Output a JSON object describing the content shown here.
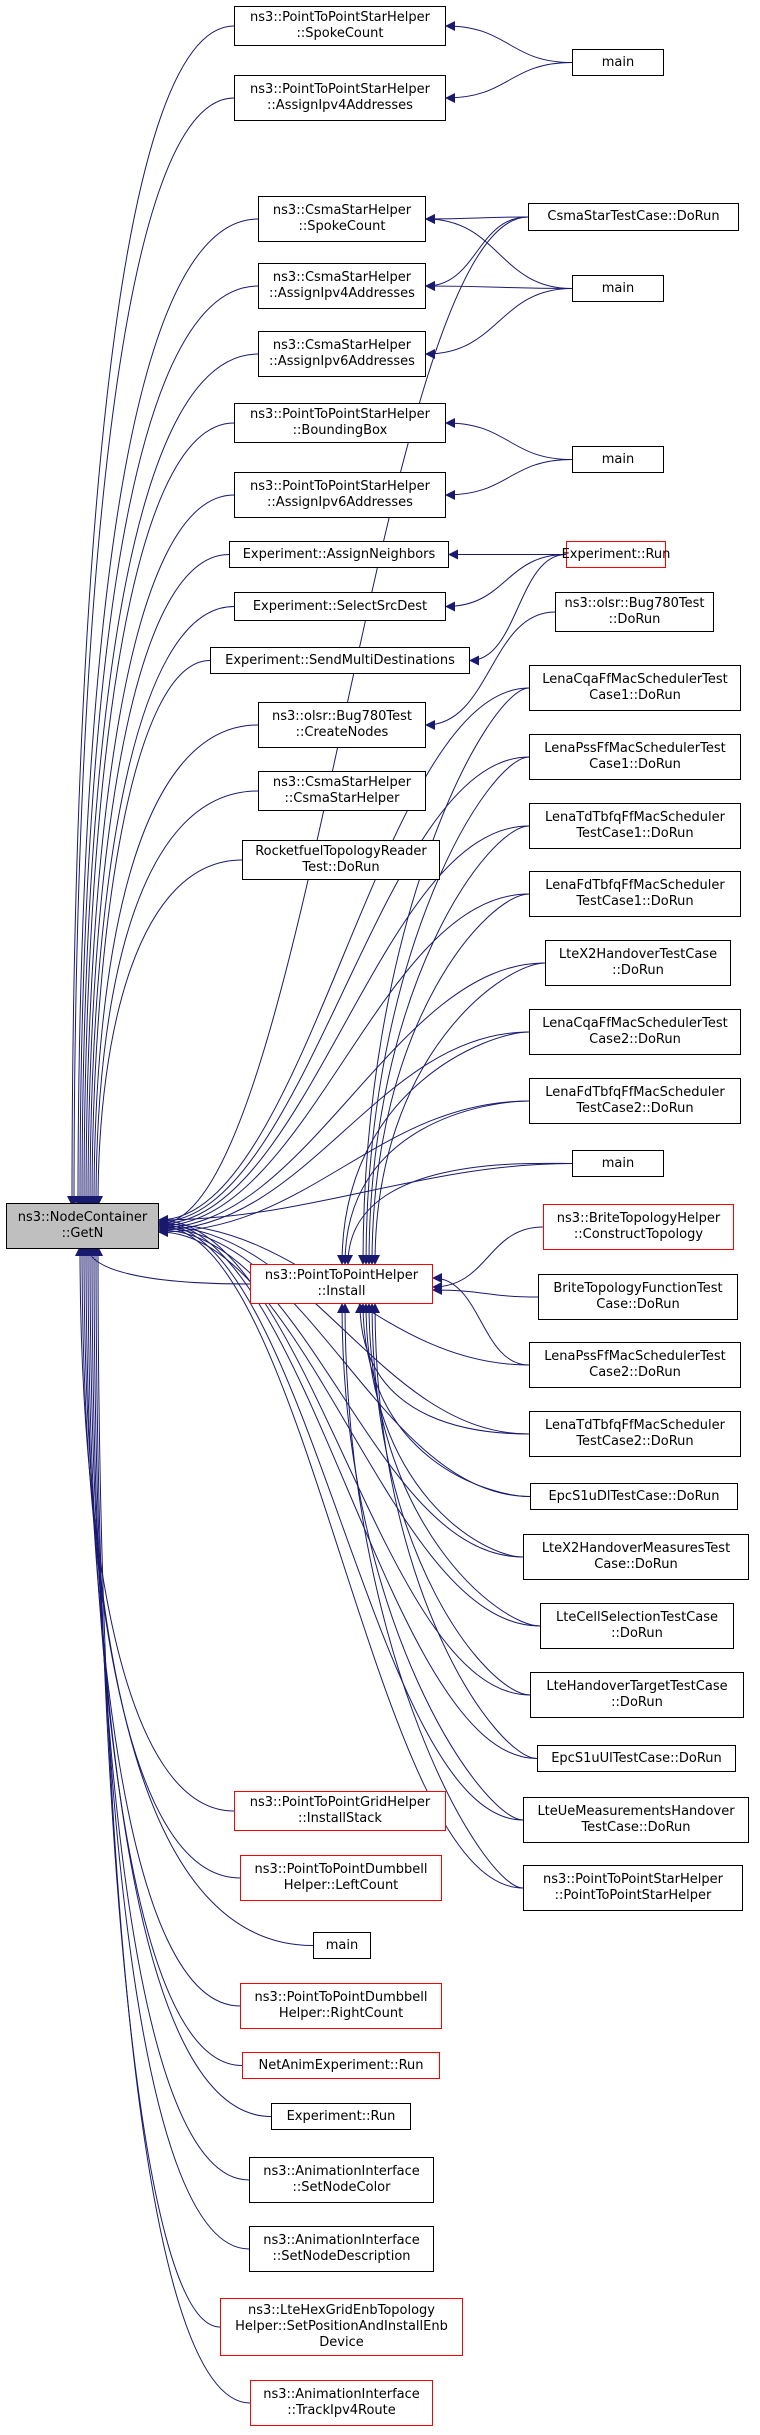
{
  "colors": {
    "edge": "#191970",
    "border": "#000000",
    "border_partial": "#ff0000",
    "root_fill": "#bfbfbf",
    "node_fill": "#ffffff"
  },
  "nodes": [
    {
      "id": "getn",
      "lines": [
        "ns3::NodeContainer",
        "::GetN"
      ],
      "root": true
    },
    {
      "id": "p2pstar_spokecount",
      "lines": [
        "ns3::PointToPointStarHelper",
        "::SpokeCount"
      ]
    },
    {
      "id": "main_1",
      "lines": [
        "main"
      ]
    },
    {
      "id": "p2pstar_assignipv4",
      "lines": [
        "ns3::PointToPointStarHelper",
        "::AssignIpv4Addresses"
      ]
    },
    {
      "id": "csmastar_spokecount",
      "lines": [
        "ns3::CsmaStarHelper",
        "::SpokeCount"
      ]
    },
    {
      "id": "csmastartestcase_dorun",
      "lines": [
        "CsmaStarTestCase::DoRun"
      ]
    },
    {
      "id": "csmastar_assignipv4",
      "lines": [
        "ns3::CsmaStarHelper",
        "::AssignIpv4Addresses"
      ]
    },
    {
      "id": "main_2",
      "lines": [
        "main"
      ]
    },
    {
      "id": "csmastar_assignipv6",
      "lines": [
        "ns3::CsmaStarHelper",
        "::AssignIpv6Addresses"
      ]
    },
    {
      "id": "p2pstar_boundingbox",
      "lines": [
        "ns3::PointToPointStarHelper",
        "::BoundingBox"
      ]
    },
    {
      "id": "main_3",
      "lines": [
        "main"
      ]
    },
    {
      "id": "p2pstar_assignipv6",
      "lines": [
        "ns3::PointToPointStarHelper",
        "::AssignIpv6Addresses"
      ]
    },
    {
      "id": "exp_assignneighbors",
      "lines": [
        "Experiment::AssignNeighbors"
      ]
    },
    {
      "id": "exp_run_red",
      "lines": [
        "Experiment::Run"
      ],
      "partial": true
    },
    {
      "id": "exp_selectsrcdest",
      "lines": [
        "Experiment::SelectSrcDest"
      ]
    },
    {
      "id": "bug780_dorun",
      "lines": [
        "ns3::olsr::Bug780Test",
        "::DoRun"
      ]
    },
    {
      "id": "exp_sendmulti",
      "lines": [
        "Experiment::SendMultiDestinations"
      ]
    },
    {
      "id": "lenacqa1",
      "lines": [
        "LenaCqaFfMacSchedulerTest",
        "Case1::DoRun"
      ]
    },
    {
      "id": "bug780_createnodes",
      "lines": [
        "ns3::olsr::Bug780Test",
        "::CreateNodes"
      ]
    },
    {
      "id": "lenapss1",
      "lines": [
        "LenaPssFfMacSchedulerTest",
        "Case1::DoRun"
      ]
    },
    {
      "id": "csmastar_ctor",
      "lines": [
        "ns3::CsmaStarHelper",
        "::CsmaStarHelper"
      ]
    },
    {
      "id": "lenatdtbfq1",
      "lines": [
        "LenaTdTbfqFfMacScheduler",
        "TestCase1::DoRun"
      ]
    },
    {
      "id": "rocketfuel",
      "lines": [
        "RocketfuelTopologyReader",
        "Test::DoRun"
      ]
    },
    {
      "id": "lenafdtbfq1",
      "lines": [
        "LenaFdTbfqFfMacScheduler",
        "TestCase1::DoRun"
      ]
    },
    {
      "id": "ltex2handover",
      "lines": [
        "LteX2HandoverTestCase",
        "::DoRun"
      ]
    },
    {
      "id": "lenacqa2",
      "lines": [
        "LenaCqaFfMacSchedulerTest",
        "Case2::DoRun"
      ]
    },
    {
      "id": "lenafdtbfq2",
      "lines": [
        "LenaFdTbfqFfMacScheduler",
        "TestCase2::DoRun"
      ]
    },
    {
      "id": "main_4",
      "lines": [
        "main"
      ]
    },
    {
      "id": "brite_construct",
      "lines": [
        "ns3::BriteTopologyHelper",
        "::ConstructTopology"
      ],
      "partial": true
    },
    {
      "id": "p2p_install",
      "lines": [
        "ns3::PointToPointHelper",
        "::Install"
      ],
      "partial": true
    },
    {
      "id": "britefunc",
      "lines": [
        "BriteTopologyFunctionTest",
        "Case::DoRun"
      ]
    },
    {
      "id": "lenapss2",
      "lines": [
        "LenaPssFfMacSchedulerTest",
        "Case2::DoRun"
      ]
    },
    {
      "id": "lenatdtbfq2",
      "lines": [
        "LenaTdTbfqFfMacScheduler",
        "TestCase2::DoRun"
      ]
    },
    {
      "id": "epcs1udl",
      "lines": [
        "EpcS1uDlTestCase::DoRun"
      ]
    },
    {
      "id": "ltex2measure",
      "lines": [
        "LteX2HandoverMeasuresTest",
        "Case::DoRun"
      ]
    },
    {
      "id": "ltecellsel",
      "lines": [
        "LteCellSelectionTestCase",
        "::DoRun"
      ]
    },
    {
      "id": "ltehandovertarget",
      "lines": [
        "LteHandoverTargetTestCase",
        "::DoRun"
      ]
    },
    {
      "id": "epcs1uul",
      "lines": [
        "EpcS1uUlTestCase::DoRun"
      ]
    },
    {
      "id": "lteuemeas",
      "lines": [
        "LteUeMeasurementsHandover",
        "TestCase::DoRun"
      ]
    },
    {
      "id": "p2pstar_ctor",
      "lines": [
        "ns3::PointToPointStarHelper",
        "::PointToPointStarHelper"
      ]
    },
    {
      "id": "p2pgrid_installstack",
      "lines": [
        "ns3::PointToPointGridHelper",
        "::InstallStack"
      ],
      "partial": true
    },
    {
      "id": "p2pdumbbell_left",
      "lines": [
        "ns3::PointToPointDumbbell",
        "Helper::LeftCount"
      ],
      "partial": true
    },
    {
      "id": "main_5",
      "lines": [
        "main"
      ]
    },
    {
      "id": "p2pdumbbell_right",
      "lines": [
        "ns3::PointToPointDumbbell",
        "Helper::RightCount"
      ],
      "partial": true
    },
    {
      "id": "netanim_run",
      "lines": [
        "NetAnimExperiment::Run"
      ],
      "partial": true
    },
    {
      "id": "exp_run_black",
      "lines": [
        "Experiment::Run"
      ]
    },
    {
      "id": "anim_setnodecolor",
      "lines": [
        "ns3::AnimationInterface",
        "::SetNodeColor"
      ]
    },
    {
      "id": "anim_setnodedesc",
      "lines": [
        "ns3::AnimationInterface",
        "::SetNodeDescription"
      ]
    },
    {
      "id": "ltehexgrid",
      "lines": [
        "ns3::LteHexGridEnbTopology",
        "Helper::SetPositionAndInstallEnb",
        "Device"
      ],
      "partial": true
    },
    {
      "id": "anim_trackipv4",
      "lines": [
        "ns3::AnimationInterface",
        "::TrackIpv4Route"
      ],
      "partial": true
    }
  ],
  "edges": [
    [
      "p2pstar_spokecount",
      "getn"
    ],
    [
      "p2pstar_assignipv4",
      "getn"
    ],
    [
      "csmastartestcase_dorun",
      "getn"
    ],
    [
      "csmastar_spokecount",
      "getn"
    ],
    [
      "csmastar_assignipv4",
      "getn"
    ],
    [
      "csmastar_assignipv6",
      "getn"
    ],
    [
      "p2pstar_boundingbox",
      "getn"
    ],
    [
      "p2pstar_assignipv6",
      "getn"
    ],
    [
      "exp_assignneighbors",
      "getn"
    ],
    [
      "exp_selectsrcdest",
      "getn"
    ],
    [
      "exp_sendmulti",
      "getn"
    ],
    [
      "bug780_createnodes",
      "getn"
    ],
    [
      "csmastar_ctor",
      "getn"
    ],
    [
      "rocketfuel",
      "getn"
    ],
    [
      "lenacqa1",
      "getn"
    ],
    [
      "lenapss1",
      "getn"
    ],
    [
      "lenatdtbfq1",
      "getn"
    ],
    [
      "lenafdtbfq1",
      "getn"
    ],
    [
      "ltex2handover",
      "getn"
    ],
    [
      "lenacqa2",
      "getn"
    ],
    [
      "lenafdtbfq2",
      "getn"
    ],
    [
      "main_4",
      "getn"
    ],
    [
      "p2p_install",
      "getn"
    ],
    [
      "lenapss2",
      "getn"
    ],
    [
      "lenatdtbfq2",
      "getn"
    ],
    [
      "epcs1udl",
      "getn"
    ],
    [
      "ltex2measure",
      "getn"
    ],
    [
      "ltecellsel",
      "getn"
    ],
    [
      "ltehandovertarget",
      "getn"
    ],
    [
      "epcs1uul",
      "getn"
    ],
    [
      "lteuemeas",
      "getn"
    ],
    [
      "p2pstar_ctor",
      "getn"
    ],
    [
      "p2pgrid_installstack",
      "getn"
    ],
    [
      "p2pdumbbell_left",
      "getn"
    ],
    [
      "main_5",
      "getn"
    ],
    [
      "p2pdumbbell_right",
      "getn"
    ],
    [
      "netanim_run",
      "getn"
    ],
    [
      "exp_run_black",
      "getn"
    ],
    [
      "anim_setnodecolor",
      "getn"
    ],
    [
      "anim_setnodedesc",
      "getn"
    ],
    [
      "ltehexgrid",
      "getn"
    ],
    [
      "anim_trackipv4",
      "getn"
    ],
    [
      "main_1",
      "p2pstar_spokecount"
    ],
    [
      "main_1",
      "p2pstar_assignipv4"
    ],
    [
      "csmastartestcase_dorun",
      "csmastar_spokecount"
    ],
    [
      "main_2",
      "csmastar_spokecount"
    ],
    [
      "csmastartestcase_dorun",
      "csmastar_assignipv4"
    ],
    [
      "main_2",
      "csmastar_assignipv4"
    ],
    [
      "main_2",
      "csmastar_assignipv6"
    ],
    [
      "main_3",
      "p2pstar_boundingbox"
    ],
    [
      "main_3",
      "p2pstar_assignipv6"
    ],
    [
      "exp_run_red",
      "exp_assignneighbors"
    ],
    [
      "exp_run_red",
      "exp_selectsrcdest"
    ],
    [
      "exp_run_red",
      "exp_sendmulti"
    ],
    [
      "bug780_dorun",
      "bug780_createnodes"
    ],
    [
      "lenacqa1",
      "p2p_install"
    ],
    [
      "lenapss1",
      "p2p_install"
    ],
    [
      "lenatdtbfq1",
      "p2p_install"
    ],
    [
      "lenafdtbfq1",
      "p2p_install"
    ],
    [
      "ltex2handover",
      "p2p_install"
    ],
    [
      "lenacqa2",
      "p2p_install"
    ],
    [
      "lenafdtbfq2",
      "p2p_install"
    ],
    [
      "main_4",
      "p2p_install"
    ],
    [
      "brite_construct",
      "p2p_install"
    ],
    [
      "britefunc",
      "p2p_install"
    ],
    [
      "lenapss2",
      "p2p_install"
    ],
    [
      "lenatdtbfq2",
      "p2p_install"
    ],
    [
      "epcs1udl",
      "p2p_install"
    ],
    [
      "ltex2measure",
      "p2p_install"
    ],
    [
      "ltecellsel",
      "p2p_install"
    ],
    [
      "ltehandovertarget",
      "p2p_install"
    ],
    [
      "epcs1uul",
      "p2p_install"
    ],
    [
      "lteuemeas",
      "p2p_install"
    ],
    [
      "p2pstar_ctor",
      "p2p_install"
    ]
  ]
}
